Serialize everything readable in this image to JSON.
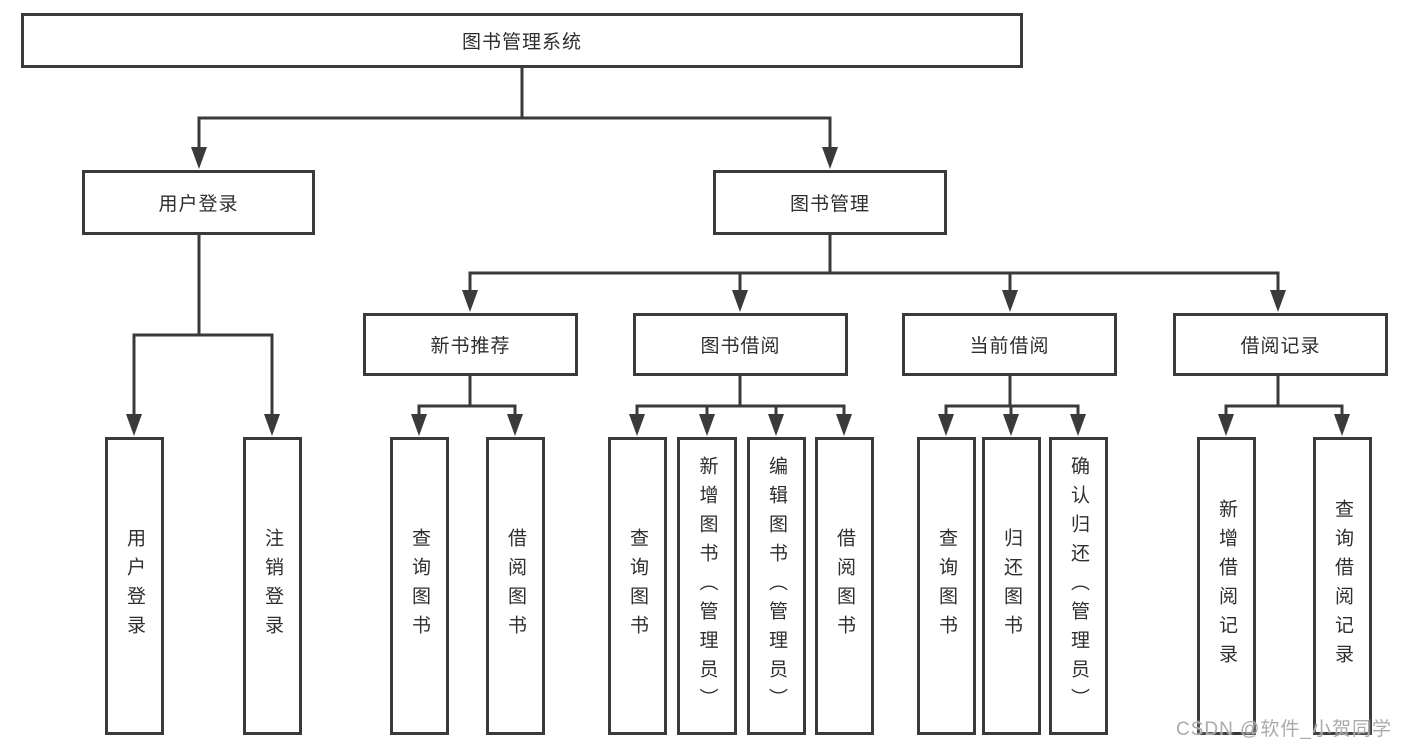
{
  "tree": {
    "root": {
      "label": "图书管理系统"
    },
    "user_login": {
      "label": "用户登录",
      "children": [
        {
          "label": "用户登录"
        },
        {
          "label": "注销登录"
        }
      ]
    },
    "book_management": {
      "label": "图书管理"
    },
    "groups": [
      {
        "label": "新书推荐",
        "children": [
          {
            "label": "查询图书"
          },
          {
            "label": "借阅图书"
          }
        ]
      },
      {
        "label": "图书借阅",
        "children": [
          {
            "label": "查询图书"
          },
          {
            "label": "新增图书（管理员）"
          },
          {
            "label": "编辑图书（管理员）"
          },
          {
            "label": "借阅图书"
          }
        ]
      },
      {
        "label": "当前借阅",
        "children": [
          {
            "label": "查询图书"
          },
          {
            "label": "归还图书"
          },
          {
            "label": "确认归还（管理员）"
          }
        ]
      },
      {
        "label": "借阅记录",
        "children": [
          {
            "label": "新增借阅记录"
          },
          {
            "label": "查询借阅记录"
          }
        ]
      }
    ]
  },
  "watermark": "CSDN @软件_小贺同学",
  "colors": {
    "line": "#3a3a3a",
    "text": "#2e2e2e",
    "watermark": "#ababab",
    "background": "#ffffff"
  }
}
